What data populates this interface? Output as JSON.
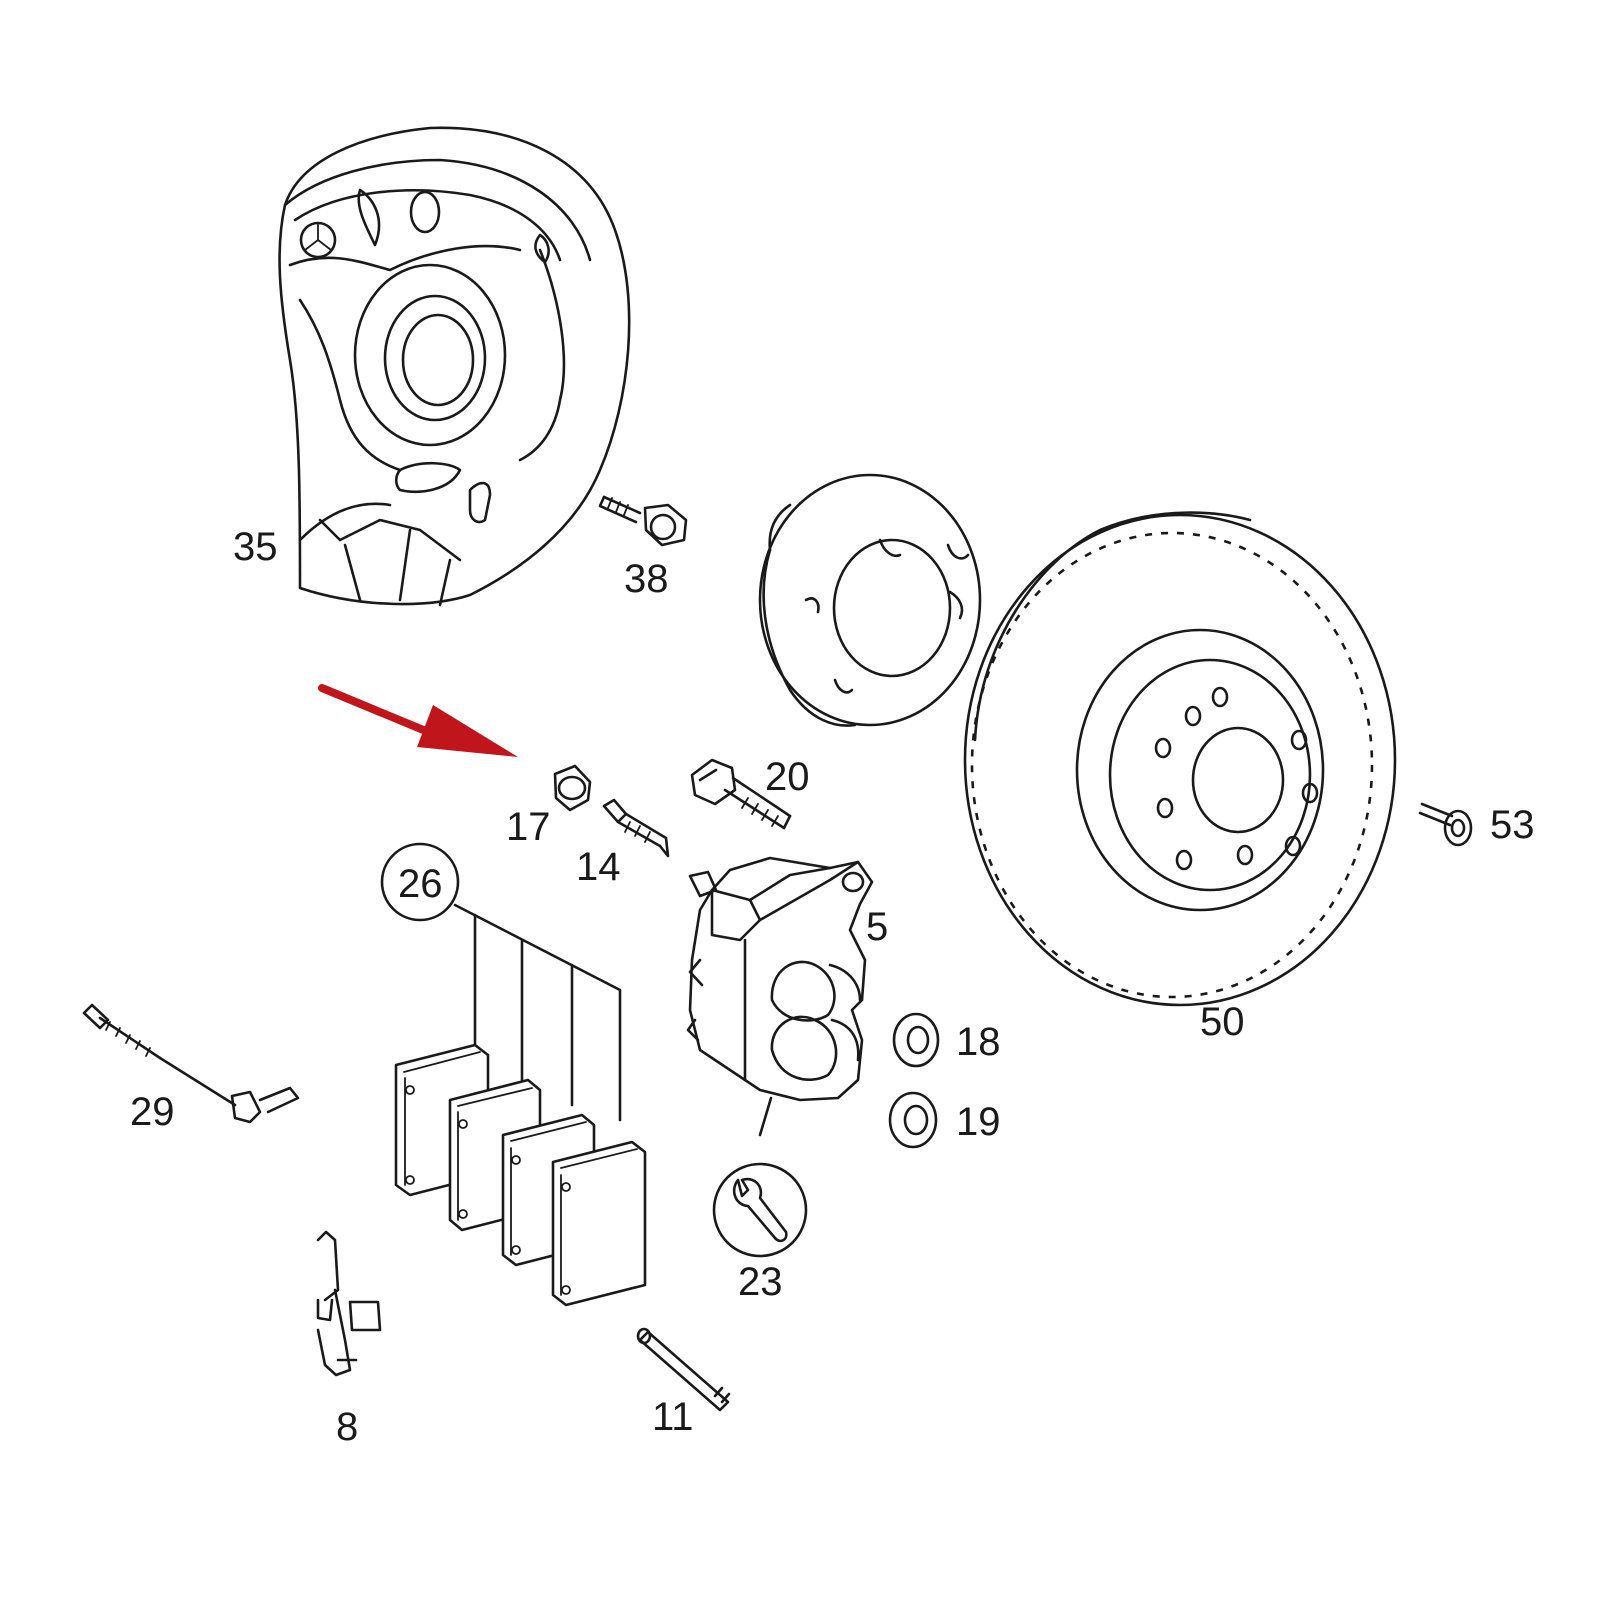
{
  "diagram": {
    "labels": {
      "p35": "35",
      "p38": "38",
      "p50": "50",
      "p53": "53",
      "p20": "20",
      "p17": "17",
      "p14": "14",
      "p5": "5",
      "p18": "18",
      "p19": "19",
      "p26": "26",
      "p29": "29",
      "p23": "23",
      "p8": "8",
      "p11": "11"
    },
    "colors": {
      "line": "#1a1a1a",
      "arrow": "#c0161b",
      "background": "#ffffff"
    },
    "icons": {
      "p23": "wrench-icon",
      "arrow": "red-pointer-arrow"
    }
  }
}
